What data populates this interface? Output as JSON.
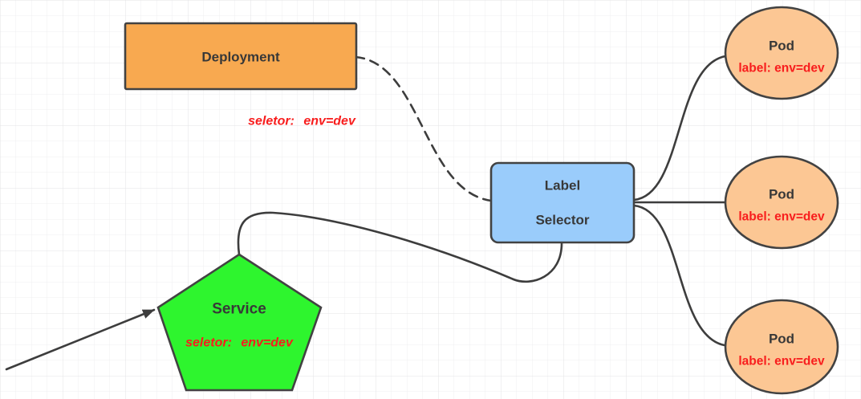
{
  "diagram": {
    "deployment": {
      "label": "Deployment",
      "note": "seletor: env=dev",
      "fill": "#f8a950"
    },
    "label_selector": {
      "label_line1": "Label",
      "label_line2": "Selector",
      "fill": "#9accfb"
    },
    "service": {
      "label": "Service",
      "note": "seletor: env=dev",
      "fill": "#2ef52e"
    },
    "pods": [
      {
        "label": "Pod",
        "sublabel": "label: env=dev"
      },
      {
        "label": "Pod",
        "sublabel": "label: env=dev"
      },
      {
        "label": "Pod",
        "sublabel": "label: env=dev"
      }
    ],
    "pod_fill": "#fcc794"
  },
  "colors": {
    "node_stroke": "#424242",
    "edge_line": "#3d3d3d",
    "red_text": "#f81d1d",
    "label_text": "#383838",
    "grid_minor": "#efeff1",
    "grid_major": "#e3e3e6",
    "background": "#ffffff"
  }
}
